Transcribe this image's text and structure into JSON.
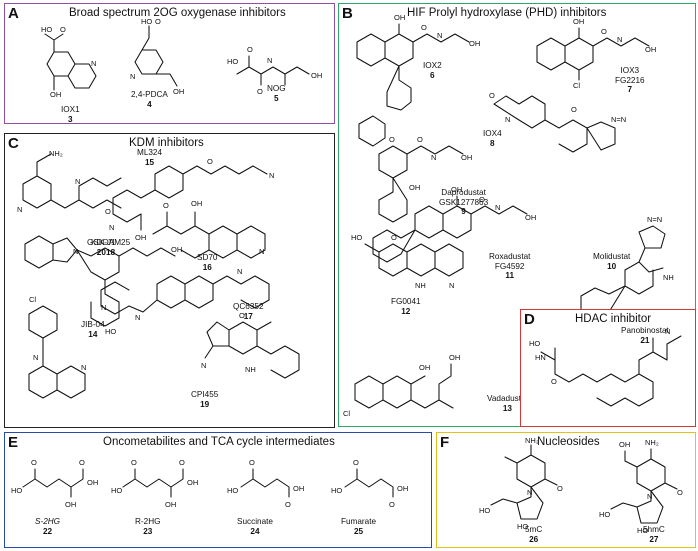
{
  "colors": {
    "panel_a": "#8b4fa4",
    "panel_b": "#2ea866",
    "panel_c": "#222222",
    "panel_d": "#d23a3a",
    "panel_e": "#2a4aa8",
    "panel_f": "#e3c21a"
  },
  "panels": {
    "a": {
      "label": "A",
      "title": "Broad spectrum 2OG oxygenase inhibitors",
      "compounds": [
        {
          "name": "IOX1",
          "number": "3"
        },
        {
          "name": "2,4-PDCA",
          "number": "4"
        },
        {
          "name": "NOG",
          "number": "5"
        }
      ]
    },
    "b": {
      "label": "B",
      "title": "HIF Prolyl hydroxylase (PHD) inhibitors",
      "compounds": [
        {
          "name": "IOX2",
          "number": "6"
        },
        {
          "name": "IOX3\nFG2216",
          "number": "7"
        },
        {
          "name": "IOX4",
          "number": "8"
        },
        {
          "name": "Daprodustat\nGSK1277863",
          "number": "9"
        },
        {
          "name": "Roxadustat\nFG4592",
          "number": "11"
        },
        {
          "name": "Molidustat",
          "number": "10"
        },
        {
          "name": "FG0041",
          "number": "12"
        },
        {
          "name": "Vadadustat",
          "number": "13"
        }
      ]
    },
    "c": {
      "label": "C",
      "title": "KDM inhibitors",
      "compounds": [
        {
          "name": "KDOAM25",
          "number": "18"
        },
        {
          "name": "ML324",
          "number": "15"
        },
        {
          "name": "GSK-J1",
          "number": "20"
        },
        {
          "name": "SD70",
          "number": "16"
        },
        {
          "name": "JIB-04",
          "number": "14"
        },
        {
          "name": "QC6352",
          "number": "17"
        },
        {
          "name": "CPI455",
          "number": "19"
        }
      ]
    },
    "d": {
      "label": "D",
      "title": "HDAC inhibitor",
      "compounds": [
        {
          "name": "Panobinostat",
          "number": "21"
        }
      ]
    },
    "e": {
      "label": "E",
      "title": "Oncometabilites and TCA cycle intermediates",
      "compounds": [
        {
          "name": "S-2HG",
          "number": "22"
        },
        {
          "name": "R-2HG",
          "number": "23"
        },
        {
          "name": "Succinate",
          "number": "24"
        },
        {
          "name": "Fumarate",
          "number": "25"
        }
      ]
    },
    "f": {
      "label": "F",
      "title": "Nucleosides",
      "compounds": [
        {
          "name": "5mC",
          "number": "26"
        },
        {
          "name": "5hmC",
          "number": "27"
        }
      ]
    }
  }
}
